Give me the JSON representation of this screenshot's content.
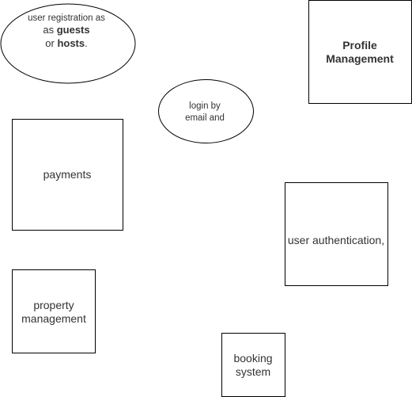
{
  "nodes": {
    "user_registration": {
      "shape": "ellipse",
      "lines": [
        {
          "parts": [
            {
              "text": "user registration as",
              "bold": false
            }
          ]
        },
        {
          "parts": [
            {
              "text": "as ",
              "bold": false
            },
            {
              "text": "guests",
              "bold": true
            }
          ]
        },
        {
          "parts": [
            {
              "text": "or ",
              "bold": false
            },
            {
              "text": "hosts",
              "bold": true
            },
            {
              "text": ".",
              "bold": false
            }
          ]
        }
      ]
    },
    "profile_management": {
      "shape": "rectangle",
      "lines": [
        {
          "parts": [
            {
              "text": "Profile",
              "bold": true
            }
          ]
        },
        {
          "parts": [
            {
              "text": "Management",
              "bold": true
            }
          ]
        }
      ]
    },
    "login": {
      "shape": "ellipse",
      "lines": [
        {
          "parts": [
            {
              "text": "login by",
              "bold": false
            }
          ]
        },
        {
          "parts": [
            {
              "text": "email and",
              "bold": false
            }
          ]
        }
      ]
    },
    "payments": {
      "shape": "rectangle",
      "lines": [
        {
          "parts": [
            {
              "text": "payments",
              "bold": false
            }
          ]
        }
      ]
    },
    "user_authentication": {
      "shape": "rectangle",
      "lines": [
        {
          "parts": [
            {
              "text": "user authentication,",
              "bold": false
            }
          ]
        }
      ]
    },
    "property_management": {
      "shape": "rectangle",
      "lines": [
        {
          "parts": [
            {
              "text": "property",
              "bold": false
            }
          ]
        },
        {
          "parts": [
            {
              "text": "management",
              "bold": false
            }
          ]
        }
      ]
    },
    "booking_system": {
      "shape": "rectangle",
      "lines": [
        {
          "parts": [
            {
              "text": "booking",
              "bold": false
            }
          ]
        },
        {
          "parts": [
            {
              "text": "system",
              "bold": false
            }
          ]
        }
      ]
    }
  },
  "colors": {
    "stroke": "#000000",
    "fill": "#ffffff",
    "text": "#333333"
  }
}
